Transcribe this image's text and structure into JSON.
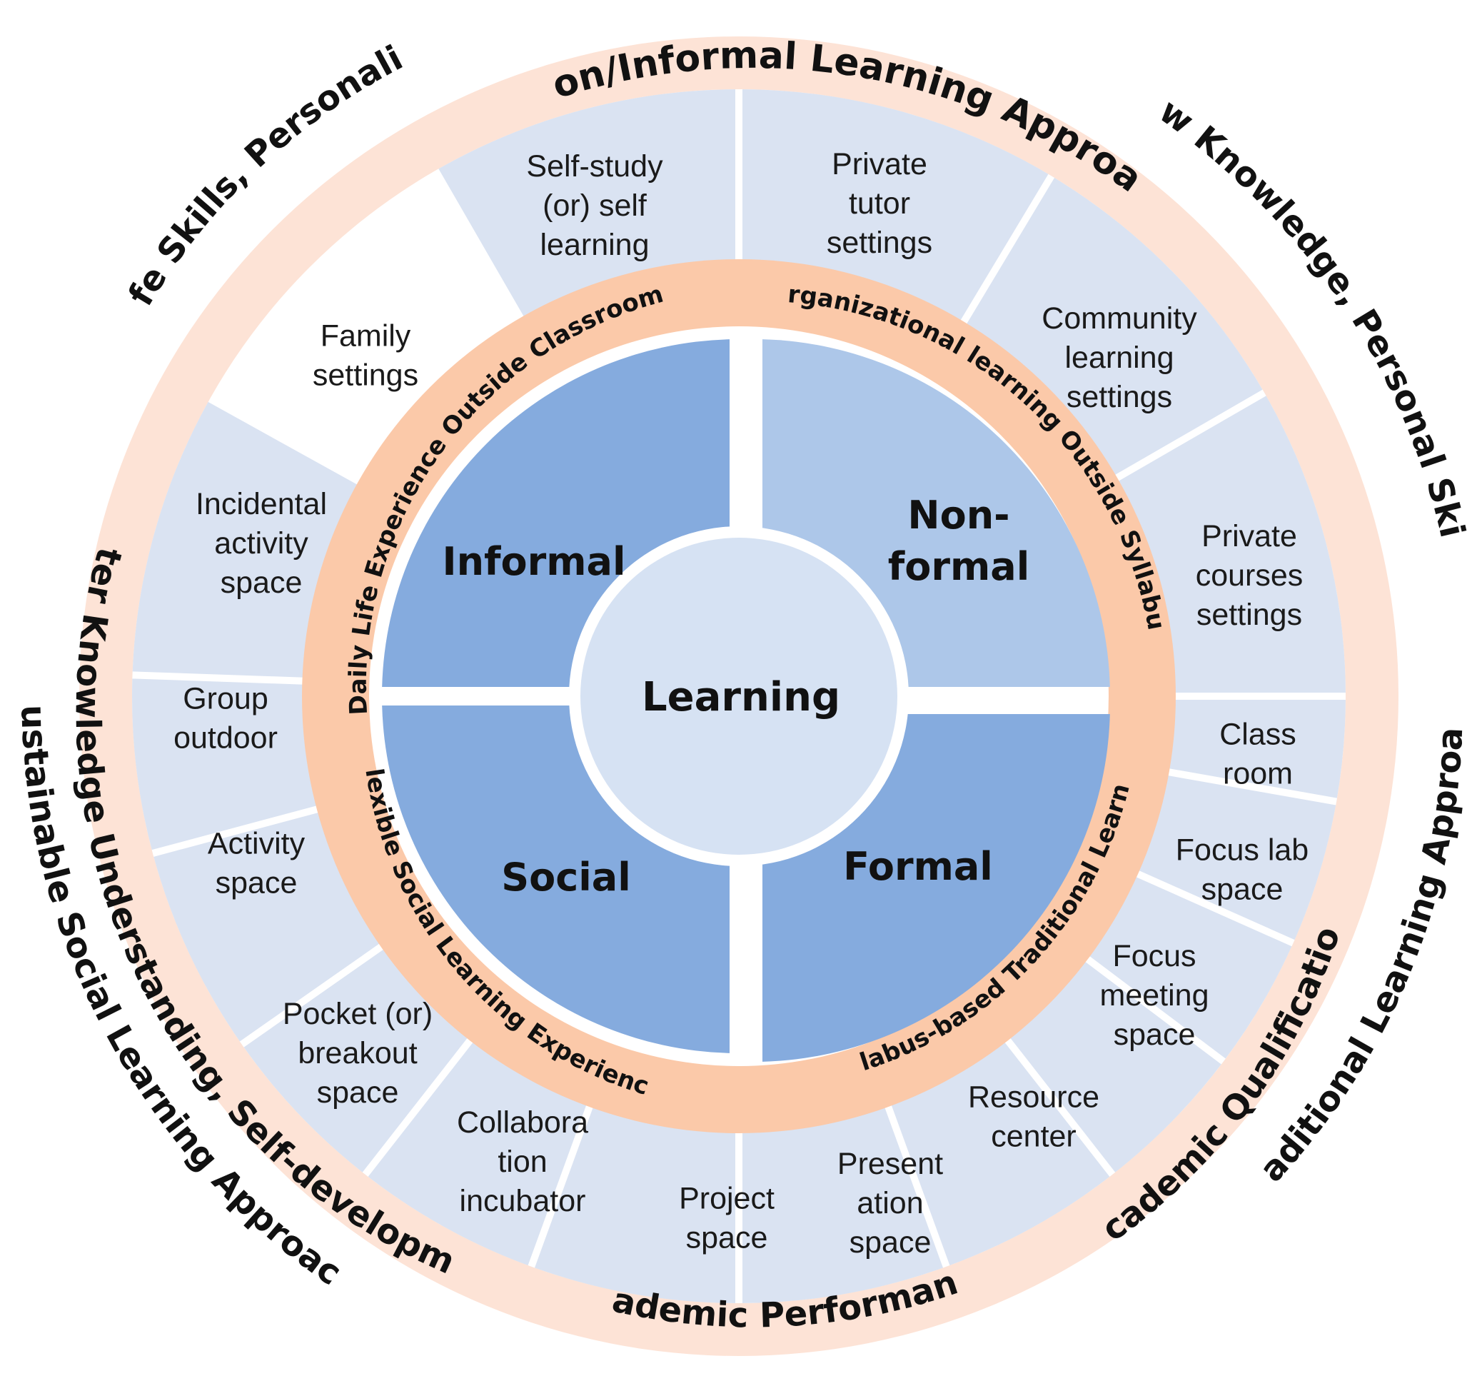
{
  "colors": {
    "outer_ring": "#fde3d6",
    "middle_ring": "#fbc9a9",
    "segment_fill": "#dae3f2",
    "quadrant_dark": "#85abde",
    "quadrant_light": "#adc7e9",
    "center_fill": "#d6e2f3",
    "separator": "#ffffff"
  },
  "center": {
    "label": "Learning"
  },
  "quadrants": [
    {
      "id": "informal",
      "lines": [
        "Informal"
      ]
    },
    {
      "id": "nonformal",
      "lines": [
        "Non-",
        "formal"
      ]
    },
    {
      "id": "formal",
      "lines": [
        "Formal"
      ]
    },
    {
      "id": "social",
      "lines": [
        "Social"
      ]
    }
  ],
  "middle_ring_labels": [
    "Daily Life Experience Outside Classroom",
    "Organizational learning Outside Syllabus",
    "Syllabus-based Traditional Learning",
    "Flexible Social Learning Experience"
  ],
  "segments": [
    {
      "lines": [
        "Self-study",
        "(or) self",
        "learning"
      ]
    },
    {
      "lines": [
        "Private",
        "tutor",
        "settings"
      ]
    },
    {
      "lines": [
        "Community",
        "learning",
        "settings"
      ]
    },
    {
      "lines": [
        "Private",
        "courses",
        "settings"
      ]
    },
    {
      "lines": [
        "Class",
        "room"
      ]
    },
    {
      "lines": [
        "Focus lab",
        "space"
      ]
    },
    {
      "lines": [
        "Focus",
        "meeting",
        "space"
      ]
    },
    {
      "lines": [
        "Resource",
        "center"
      ]
    },
    {
      "lines": [
        "Present",
        "ation",
        "space"
      ]
    },
    {
      "lines": [
        "Project",
        "space"
      ]
    },
    {
      "lines": [
        "Collabora",
        "tion",
        "incubator"
      ]
    },
    {
      "lines": [
        "Pocket (or)",
        "breakout",
        "space"
      ]
    },
    {
      "lines": [
        "Activity",
        "space"
      ]
    },
    {
      "lines": [
        "Group",
        "outdoor"
      ]
    },
    {
      "lines": [
        "Incidental",
        "activity",
        "space"
      ]
    },
    {
      "lines": [
        "Family",
        "settings"
      ]
    }
  ],
  "outer_ring_labels": [
    "Non/Informal Learning Approach",
    "New Knowledge, Personal Skills",
    "Traditional Learning Approach",
    "Academic Qualification",
    "Academic Performance",
    "Better Knowledge Understanding, Self-development",
    "Sustainable Social Learning Approach",
    "Life Skills, Personality"
  ]
}
